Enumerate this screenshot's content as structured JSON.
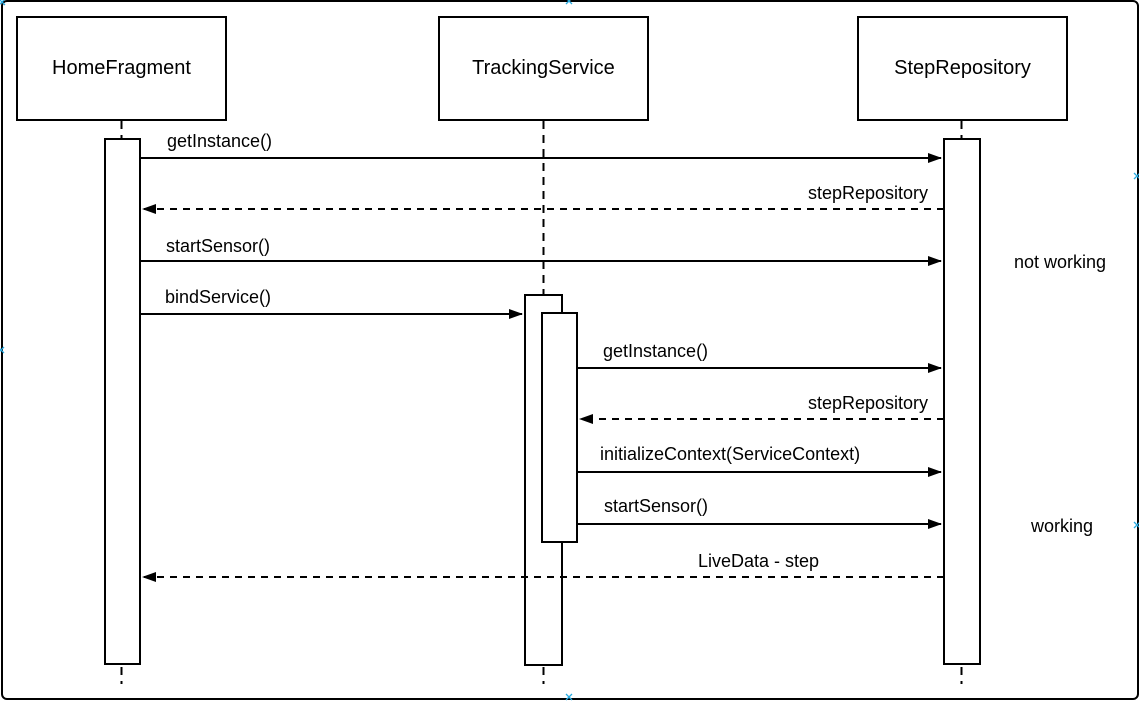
{
  "diagram": {
    "type": "uml-sequence",
    "participants": [
      {
        "id": "homefragment",
        "name": "HomeFragment"
      },
      {
        "id": "trackingservice",
        "name": "TrackingService"
      },
      {
        "id": "steprepository",
        "name": "StepRepository"
      }
    ],
    "messages": [
      {
        "label": "getInstance()",
        "type": "sync",
        "from": "HomeFragment",
        "to": "StepRepository"
      },
      {
        "label": "stepRepository",
        "type": "return",
        "from": "StepRepository",
        "to": "HomeFragment"
      },
      {
        "label": "startSensor()",
        "type": "sync",
        "from": "HomeFragment",
        "to": "StepRepository"
      },
      {
        "label": "bindService()",
        "type": "sync",
        "from": "HomeFragment",
        "to": "TrackingService"
      },
      {
        "label": "getInstance()",
        "type": "sync",
        "from": "TrackingService",
        "to": "StepRepository"
      },
      {
        "label": "stepRepository",
        "type": "return",
        "from": "StepRepository",
        "to": "TrackingService"
      },
      {
        "label": "initializeContext(ServiceContext)",
        "type": "sync",
        "from": "TrackingService",
        "to": "StepRepository"
      },
      {
        "label": "startSensor()",
        "type": "sync",
        "from": "TrackingService",
        "to": "StepRepository"
      },
      {
        "label": "LiveData - step",
        "type": "return",
        "from": "StepRepository",
        "to": "HomeFragment"
      }
    ],
    "annotations": [
      {
        "text": "not working"
      },
      {
        "text": "working"
      }
    ],
    "colors": {
      "line": "#000000",
      "background": "#ffffff",
      "selection_handle": "#29abe2"
    }
  }
}
